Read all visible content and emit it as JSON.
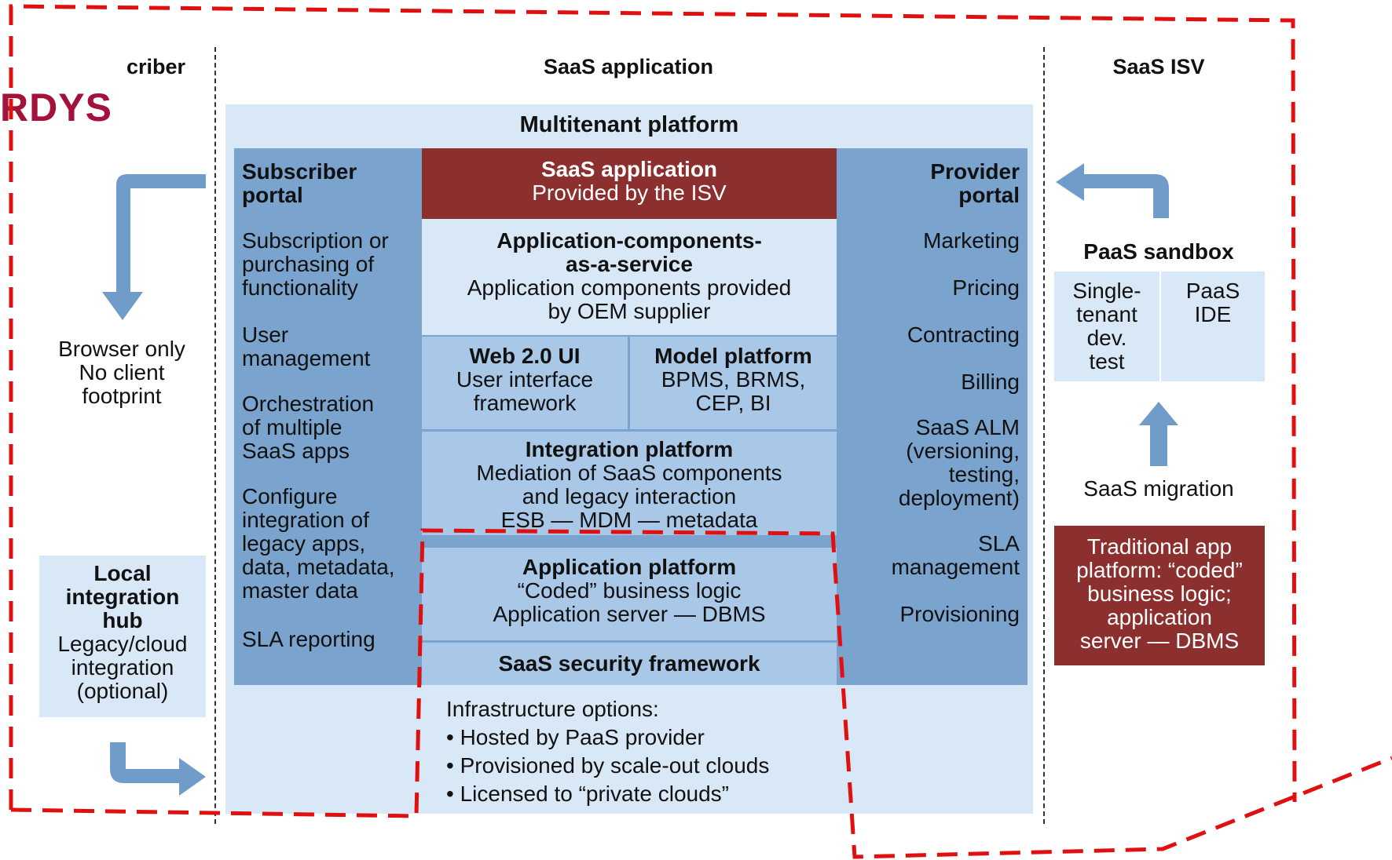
{
  "logo_fragment": "RDYS",
  "columns": {
    "subscriber": "criber",
    "saas_application": "SaaS application",
    "saas_isv": "SaaS ISV"
  },
  "subscriber_col": {
    "browser": [
      "Browser only",
      "No client",
      "footprint"
    ],
    "local_hub_title": [
      "Local",
      "integration",
      "hub"
    ],
    "local_hub_desc": [
      "Legacy/cloud",
      "integration",
      "(optional)"
    ]
  },
  "platform": {
    "title": "Multitenant platform",
    "subscriber_portal": {
      "title": [
        "Subscriber",
        "portal"
      ],
      "items": [
        [
          "Subscription or",
          "purchasing of",
          "functionality"
        ],
        [
          "User",
          "management"
        ],
        [
          "Orchestration",
          "of multiple",
          "SaaS apps"
        ],
        [
          "Configure",
          "integration of",
          "legacy apps,",
          "data, metadata,",
          "master data"
        ],
        [
          "SLA reporting"
        ]
      ]
    },
    "provider_portal": {
      "title": [
        "Provider",
        "portal"
      ],
      "items": [
        [
          "Marketing"
        ],
        [
          "Pricing"
        ],
        [
          "Contracting"
        ],
        [
          "Billing"
        ],
        [
          "SaaS ALM",
          "(versioning,",
          "testing,",
          "deployment)"
        ],
        [
          "SLA",
          "management"
        ],
        [
          "Provisioning"
        ]
      ]
    },
    "saas_app": {
      "title": "SaaS application",
      "subtitle": "Provided by the ISV"
    },
    "components": {
      "title": [
        "Application-components-",
        "as-a-service"
      ],
      "desc": [
        "Application components provided",
        "by OEM supplier"
      ]
    },
    "web_ui": {
      "title": "Web 2.0 UI",
      "desc": [
        "User interface",
        "framework"
      ]
    },
    "model_platform": {
      "title": "Model platform",
      "desc": [
        "BPMS, BRMS,",
        "CEP, BI"
      ]
    },
    "integration": {
      "title": "Integration platform",
      "desc": [
        "Mediation of SaaS components",
        "and legacy interaction",
        "ESB — MDM — metadata"
      ]
    },
    "app_platform": {
      "title": "Application platform",
      "desc": [
        "“Coded” business logic",
        "Application server — DBMS"
      ]
    },
    "security": "SaaS security framework",
    "infrastructure": {
      "title": "Infrastructure options:",
      "items": [
        "• Hosted by PaaS provider",
        "• Provisioned by scale-out clouds",
        "• Licensed to “private clouds”"
      ]
    }
  },
  "isv_col": {
    "sandbox_title": "PaaS sandbox",
    "single_tenant": [
      "Single-",
      "tenant",
      "dev.",
      "test"
    ],
    "paas_ide": [
      "PaaS",
      "IDE"
    ],
    "migration": "SaaS migration",
    "traditional": [
      "Traditional app",
      "platform: “coded”",
      "business logic;",
      "application",
      "server — DBMS"
    ]
  },
  "colors": {
    "light_blue": "#d9e8f6",
    "portal_blue": "#7aa3cd",
    "mid_blue": "#a9c7e6",
    "maroon": "#8c2f2f",
    "arrow_blue": "#6f9cc9",
    "red_dash": "#e01010",
    "logo_red": "#a3123a"
  },
  "icons": [
    "arrow-down-icon",
    "arrow-right-icon",
    "arrow-left-icon",
    "arrow-up-icon"
  ]
}
